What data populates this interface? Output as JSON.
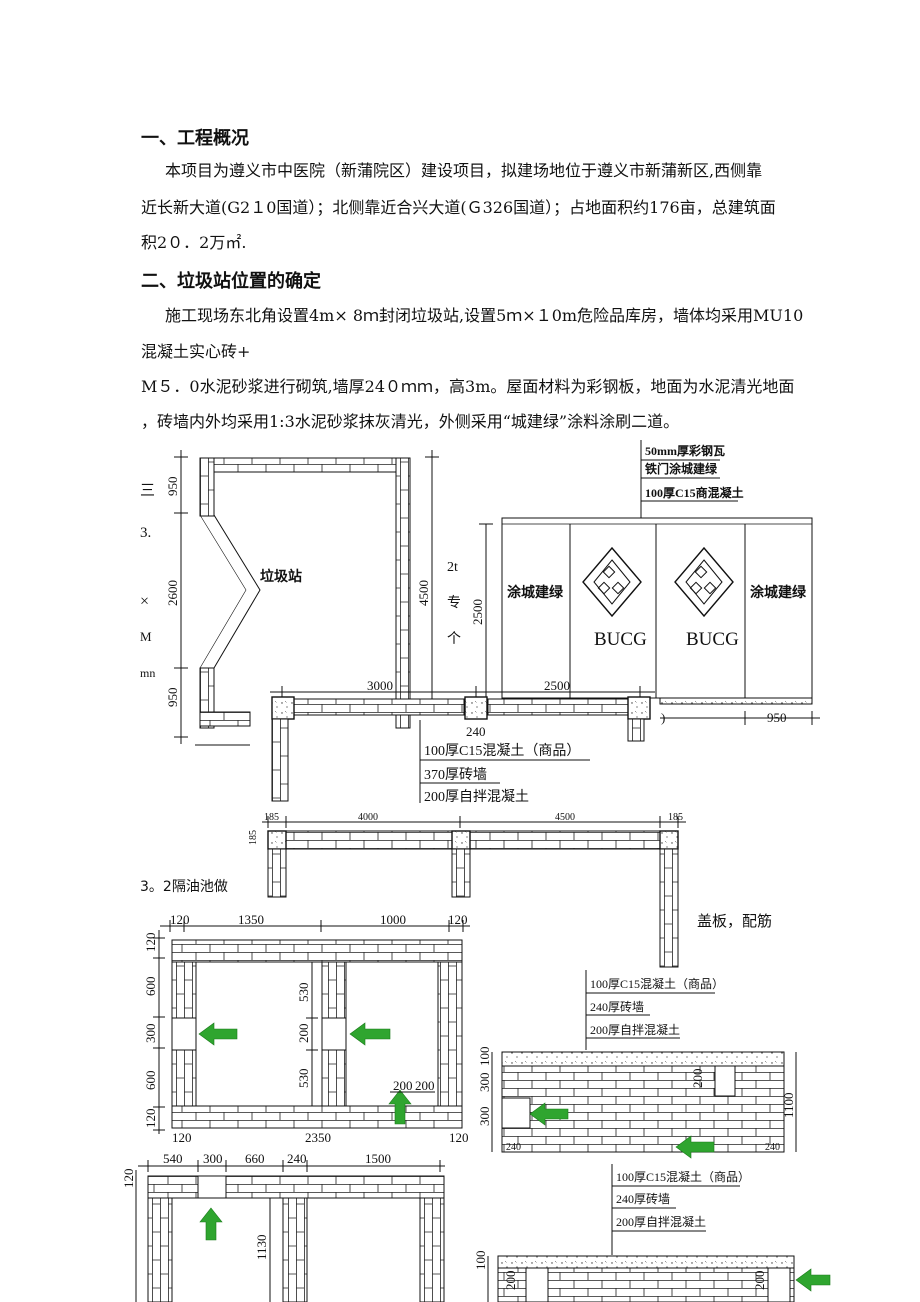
{
  "section1": {
    "heading": "一、工程概况",
    "lines": [
      "本项目为遵义市中医院（新蒲院区）建设项目，拟建场地位于遵义市新蒲新区,西侧靠",
      "近长新大道(G2１0国道）；北侧靠近合兴大道(Ｇ326国道）；占地面积约176亩，总建筑面",
      "积2０．2万㎡."
    ]
  },
  "section2": {
    "heading": "二、垃圾站位置的确定",
    "lines": [
      "施工现场东北角设置4m× 8ｍ封闭垃圾站,设置5ｍ×１0m危险品库房，墙体均采用MU10",
      "混凝土实心砖+",
      "M５．0水泥砂浆进行砌筑,墙厚24０ｍｍ，高3m。屋面材料为彩钢板，地面为水泥清光地面",
      "，砖墙内外均采用1:3水泥砂浆抹灰清光，外侧采用“城建绿”涂料涂刷二道。"
    ]
  },
  "fragments": {
    "f1": "三",
    "f2": "3.",
    "f3": "×",
    "f4": "M",
    "f5": "mn",
    "f6": "2t",
    "f7": "专",
    "f8": "个",
    "f9": "3。2隔油池做",
    "f10": "盖板，配筋"
  },
  "drawing_garbage_plan": {
    "label": "垃圾站",
    "dims": [
      "950",
      "2600",
      "950",
      "4500"
    ]
  },
  "drawing_elevation": {
    "notes": [
      "50mm厚彩钢瓦",
      "铁门涂城建绿",
      "100厚C15商混凝土"
    ],
    "panel_labels": [
      "涂城建绿",
      "涂城建绿"
    ],
    "logo_text": [
      "BUCG",
      "BUCG"
    ],
    "dims": [
      "2500",
      "950"
    ]
  },
  "drawing_section_a": {
    "dims_top": [
      "3000",
      "2500"
    ],
    "dim_mid": "240",
    "notes": [
      "100厚C15混凝土（商品）",
      "370厚砖墙",
      "200厚自拌混凝土"
    ]
  },
  "drawing_section_b": {
    "dims_top": [
      "185",
      "4000",
      "4500",
      "185"
    ],
    "dim_left": "185"
  },
  "drawing_oil_plan": {
    "dims_top": [
      "120",
      "1350",
      "1000",
      "120"
    ],
    "dims_left": [
      "120",
      "600",
      "300",
      "600",
      "120"
    ],
    "dims_inner": [
      "530",
      "200",
      "530"
    ],
    "dims_bottom": [
      "120",
      "2350",
      "120"
    ],
    "dims_small": [
      "200",
      "200"
    ]
  },
  "drawing_oil_section": {
    "notes": [
      "100厚C15混凝土（商品）",
      "240厚砖墙",
      "200厚自拌混凝土"
    ],
    "dims": [
      "100",
      "300",
      "300",
      "200",
      "1100",
      "240",
      "240"
    ]
  },
  "drawing_oil_plan2": {
    "dims_top": [
      "540",
      "300",
      "660",
      "240",
      "1500"
    ],
    "dim_left": "120",
    "dim_inner": "1130"
  },
  "drawing_oil_section2": {
    "notes": [
      "100厚C15混凝土（商品）",
      "240厚砖墙",
      "200厚自拌混凝土"
    ],
    "dims": [
      "100",
      "200",
      "200"
    ]
  },
  "colors": {
    "arrow": "#2fa52f",
    "ink": "#111111"
  }
}
